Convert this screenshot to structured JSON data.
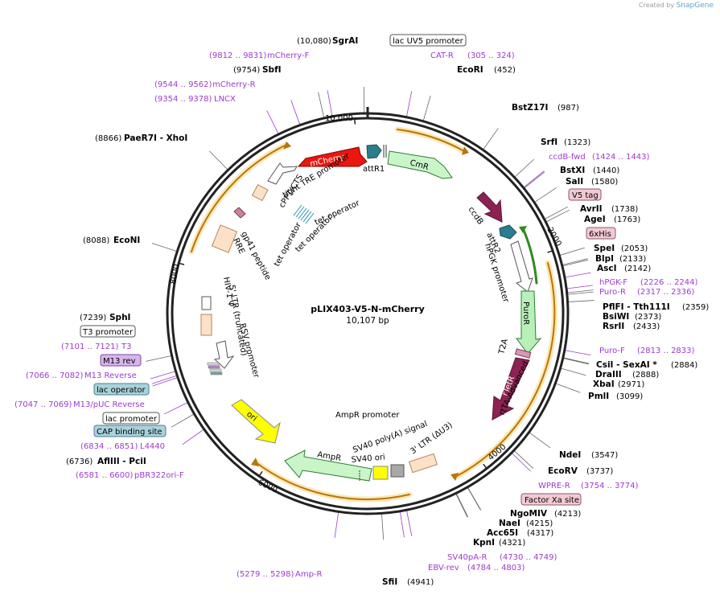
{
  "credit": {
    "prefix": "Created by",
    "brand": "SnapGene"
  },
  "plasmid": {
    "name": "pLIX403-V5-N-mCherry",
    "length": "10,107 bp",
    "total": 10107
  },
  "ticks": [
    "2000",
    "4000",
    "6000",
    "8000",
    "10,000"
  ],
  "sites": [
    {
      "name": "SgrAI",
      "pos": "(10,080)",
      "loc": 10080,
      "color": "black"
    },
    {
      "name": "SbfI",
      "pos": "(9754)",
      "loc": 9754,
      "color": "black"
    },
    {
      "name": "PaeR7I - XhoI",
      "pos": "(8866)",
      "loc": 8866,
      "color": "black"
    },
    {
      "name": "EcoNI",
      "pos": "(8088)",
      "loc": 8088,
      "color": "black"
    },
    {
      "name": "SphI",
      "pos": "(7239)",
      "loc": 7239,
      "color": "black"
    },
    {
      "name": "AflIII - PciI",
      "pos": "(6736)",
      "loc": 6736,
      "color": "black"
    },
    {
      "name": "EcoRI",
      "pos": "(452)",
      "loc": 452,
      "color": "black"
    },
    {
      "name": "BstZ17I",
      "pos": "(987)",
      "loc": 987,
      "color": "black"
    },
    {
      "name": "SrfI",
      "pos": "(1323)",
      "loc": 1323,
      "color": "black"
    },
    {
      "name": "BstXI",
      "pos": "(1440)",
      "loc": 1440,
      "color": "black"
    },
    {
      "name": "SalI",
      "pos": "(1580)",
      "loc": 1580,
      "color": "black"
    },
    {
      "name": "AvrII",
      "pos": "(1738)",
      "loc": 1738,
      "color": "black"
    },
    {
      "name": "AgeI",
      "pos": "(1763)",
      "loc": 1763,
      "color": "black"
    },
    {
      "name": "SpeI",
      "pos": "(2053)",
      "loc": 2053,
      "color": "black"
    },
    {
      "name": "BlpI",
      "pos": "(2133)",
      "loc": 2133,
      "color": "black"
    },
    {
      "name": "AscI",
      "pos": "(2142)",
      "loc": 2142,
      "color": "black"
    },
    {
      "name": "PflFI - Tth111I",
      "pos": "(2359)",
      "loc": 2359,
      "color": "black"
    },
    {
      "name": "BsiWI",
      "pos": "(2373)",
      "loc": 2373,
      "color": "black"
    },
    {
      "name": "RsrII",
      "pos": "(2433)",
      "loc": 2433,
      "color": "black"
    },
    {
      "name": "CsiI - SexAI *",
      "pos": "(2884)",
      "loc": 2884,
      "color": "black"
    },
    {
      "name": "DraIII",
      "pos": "(2888)",
      "loc": 2888,
      "color": "black"
    },
    {
      "name": "XbaI",
      "pos": "(2971)",
      "loc": 2971,
      "color": "black"
    },
    {
      "name": "PmlI",
      "pos": "(3099)",
      "loc": 3099,
      "color": "black"
    },
    {
      "name": "NdeI",
      "pos": "(3547)",
      "loc": 3547,
      "color": "black"
    },
    {
      "name": "EcoRV",
      "pos": "(3737)",
      "loc": 3737,
      "color": "black"
    },
    {
      "name": "NgoMIV",
      "pos": "(4213)",
      "loc": 4213,
      "color": "black"
    },
    {
      "name": "NaeI",
      "pos": "(4215)",
      "loc": 4215,
      "color": "black"
    },
    {
      "name": "Acc65I",
      "pos": "(4317)",
      "loc": 4317,
      "color": "black"
    },
    {
      "name": "KpnI",
      "pos": "(4321)",
      "loc": 4321,
      "color": "black"
    },
    {
      "name": "SfiI",
      "pos": "(4941)",
      "loc": 4941,
      "color": "black"
    }
  ],
  "primers": [
    {
      "name": "mCherry-F",
      "pos": "(9812 .. 9831)",
      "loc": 9821
    },
    {
      "name": "mCherry-R",
      "pos": "(9544 .. 9562)",
      "loc": 9553
    },
    {
      "name": "LNCX",
      "pos": "(9354 .. 9378)",
      "loc": 9366
    },
    {
      "name": "CAT-R",
      "pos": "(305 .. 324)",
      "loc": 314
    },
    {
      "name": "ccdB-fwd",
      "pos": "(1424 .. 1443)",
      "loc": 1433
    },
    {
      "name": "hPGK-F",
      "pos": "(2226 .. 2244)",
      "loc": 2235
    },
    {
      "name": "Puro-R",
      "pos": "(2317 .. 2336)",
      "loc": 2326
    },
    {
      "name": "Puro-F",
      "pos": "(2813 .. 2833)",
      "loc": 2823
    },
    {
      "name": "WPRE-R",
      "pos": "(3754 .. 3774)",
      "loc": 3764
    },
    {
      "name": "SV40pA-R",
      "pos": "(4730 .. 4749)",
      "loc": 4739
    },
    {
      "name": "EBV-rev",
      "pos": "(4784 .. 4803)",
      "loc": 4793
    },
    {
      "name": "Amp-R",
      "pos": "(5279 .. 5298)",
      "loc": 5288
    },
    {
      "name": "T3",
      "pos": "(7101 .. 7121)",
      "loc": 7111
    },
    {
      "name": "M13 Reverse",
      "pos": "(7066 .. 7082)",
      "loc": 7074
    },
    {
      "name": "M13/pUC Reverse",
      "pos": "(7047 .. 7069)",
      "loc": 7058
    },
    {
      "name": "L4440",
      "pos": "(6834 .. 6851)",
      "loc": 6842
    },
    {
      "name": "pBR322ori-F",
      "pos": "(6581 .. 6600)",
      "loc": 6590
    }
  ],
  "boxed": [
    {
      "name": "lac UV5 promoter",
      "style": "white"
    },
    {
      "name": "V5 tag",
      "style": "pink"
    },
    {
      "name": "6xHis",
      "style": "pink"
    },
    {
      "name": "Factor Xa site",
      "style": "pink"
    },
    {
      "name": "T3 promoter",
      "style": "white"
    },
    {
      "name": "M13 rev",
      "style": "violet"
    },
    {
      "name": "lac operator",
      "style": "teal"
    },
    {
      "name": "lac promoter",
      "style": "white"
    },
    {
      "name": "CAP binding site",
      "style": "teal"
    }
  ],
  "features": [
    {
      "name": "mCherry"
    },
    {
      "name": "attR1"
    },
    {
      "name": "CmR"
    },
    {
      "name": "ccdB"
    },
    {
      "name": "attR2"
    },
    {
      "name": "hPGK promoter"
    },
    {
      "name": "PuroR"
    },
    {
      "name": "T2A"
    },
    {
      "name": "rtTA-Advanced"
    },
    {
      "name": "rTetR"
    },
    {
      "name": "3' LTR (ΔU3)"
    },
    {
      "name": "SV40 poly(A) signal"
    },
    {
      "name": "SV40 ori"
    },
    {
      "name": "AmpR"
    },
    {
      "name": "AmpR promoter"
    },
    {
      "name": "ori"
    },
    {
      "name": "RSV promoter"
    },
    {
      "name": "5' LTR (truncated)"
    },
    {
      "name": "HIV-1 Ψ"
    },
    {
      "name": "RRE"
    },
    {
      "name": "gp41 peptide"
    },
    {
      "name": "cPPT/CTS"
    },
    {
      "name": "tight TRE promoter"
    },
    {
      "name": "tet operator"
    },
    {
      "name": "tet operator"
    },
    {
      "name": "tet operator"
    }
  ],
  "colors": {
    "backbone": "#222222",
    "orf_orange": "#f5b041",
    "mcherry": "#e8170f",
    "cmr": "#c9f5c9",
    "ccdb": "#8b2252",
    "puror": "#b8f0b8",
    "rtetr": "#8b2252",
    "ori": "#ffff00",
    "ampr": "#c9f5c9",
    "primer": "#9b3ccc"
  }
}
